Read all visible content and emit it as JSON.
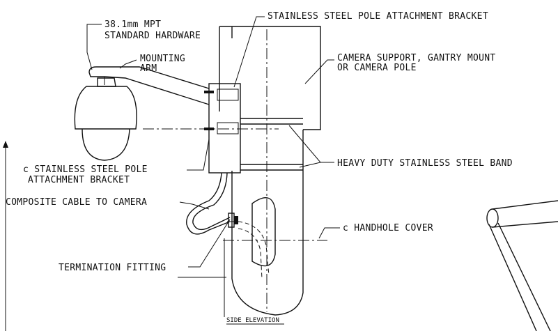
{
  "drawing": {
    "labels": {
      "std_hardware_1": "38.1mm MPT",
      "std_hardware_2": "STANDARD HARDWARE",
      "mounting_arm_1": "MOUNTING",
      "mounting_arm_2": "ARM",
      "bracket_top": "STAINLESS STEEL POLE ATTACHMENT BRACKET",
      "camera_support_1": "CAMERA SUPPORT, GANTRY MOUNT",
      "camera_support_2": "OR CAMERA POLE",
      "bracket_cl_1": "c STAINLESS STEEL POLE",
      "bracket_cl_2": "ATTACHMENT BRACKET",
      "band": "HEAVY DUTY STAINLESS STEEL BAND",
      "cable": "COMPOSITE CABLE TO CAMERA",
      "handhole": "c HANDHOLE COVER",
      "fitting": "TERMINATION FITTING",
      "view_title": "SIDE ELEVATION"
    }
  }
}
